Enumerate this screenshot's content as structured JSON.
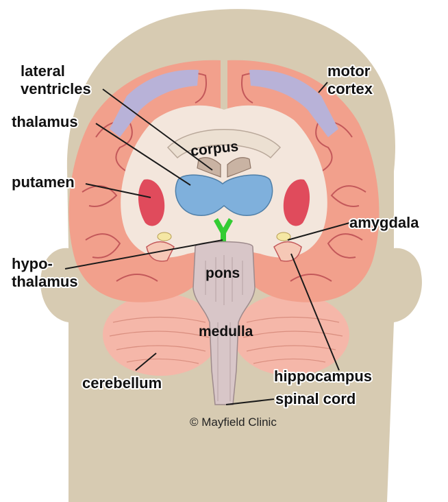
{
  "labels": {
    "lateral_ventricles_1": "lateral",
    "lateral_ventricles_2": "ventricles",
    "thalamus": "thalamus",
    "putamen": "putamen",
    "hypothalamus_1": "hypo-",
    "hypothalamus_2": "thalamus",
    "motor_cortex_1": "motor",
    "motor_cortex_2": "cortex",
    "amygdala": "amygdala",
    "hippocampus": "hippocampus",
    "spinal_cord": "spinal cord",
    "cerebellum": "cerebellum",
    "corpus": "corpus",
    "pons": "pons",
    "medulla": "medulla"
  },
  "credit": "© Mayfield Clinic",
  "colors": {
    "head": "#d7cbb2",
    "cortex": "#f2a08c",
    "white_matter": "#f3e6dc",
    "motor_cortex": "#b8b2d8",
    "thalamus": "#7fb0dc",
    "putamen": "#e04b5c",
    "hypothalamus": "#33cc33",
    "brainstem": "#d8c6c8",
    "cerebellum": "#f5b7a9"
  }
}
